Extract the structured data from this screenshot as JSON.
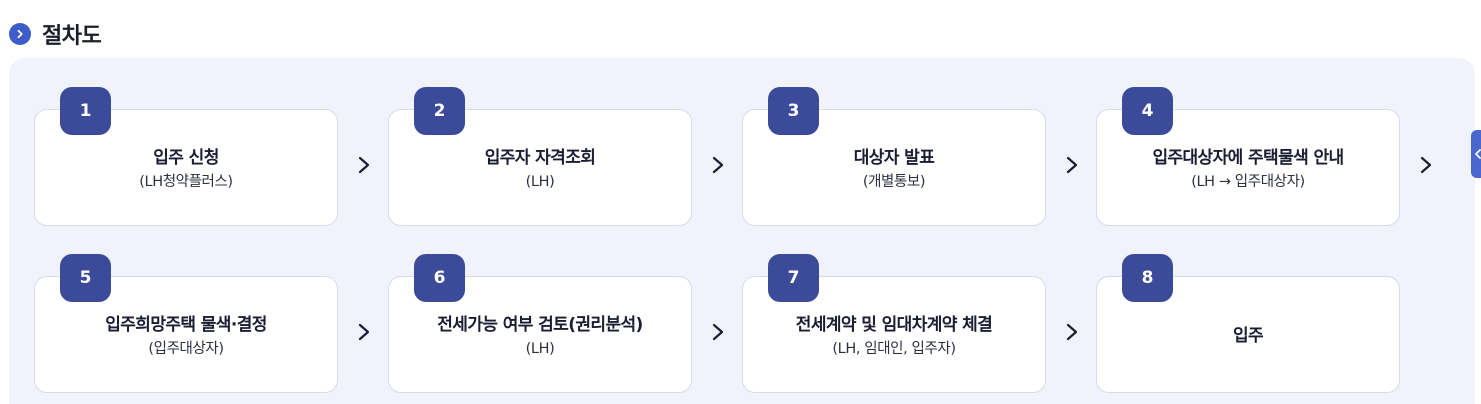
{
  "section": {
    "title": "절차도"
  },
  "steps": [
    {
      "number": "1",
      "title": "입주 신청",
      "subtitle": "(LH청약플러스)"
    },
    {
      "number": "2",
      "title": "입주자 자격조회",
      "subtitle": "(LH)"
    },
    {
      "number": "3",
      "title": "대상자 발표",
      "subtitle": "(개별통보)"
    },
    {
      "number": "4",
      "title": "입주대상자에 주택물색 안내",
      "subtitle": "(LH → 입주대상자)"
    },
    {
      "number": "5",
      "title": "입주희망주택 물색·결정",
      "subtitle": "(입주대상자)"
    },
    {
      "number": "6",
      "title": "전세가능 여부 검토(권리분석)",
      "subtitle": "(LH)"
    },
    {
      "number": "7",
      "title": "전세계약 및 임대차계약 체결",
      "subtitle": "(LH, 임대인, 입주자)"
    },
    {
      "number": "8",
      "title": "입주",
      "subtitle": ""
    }
  ],
  "colors": {
    "badge": "#3c4a9a",
    "panel": "#f0f3fc",
    "accent": "#3d5cc9"
  },
  "icons": {
    "header": "chevron-right-circle-icon",
    "flow": "chevron-right-icon",
    "scroll": "chevron-left-icon"
  }
}
